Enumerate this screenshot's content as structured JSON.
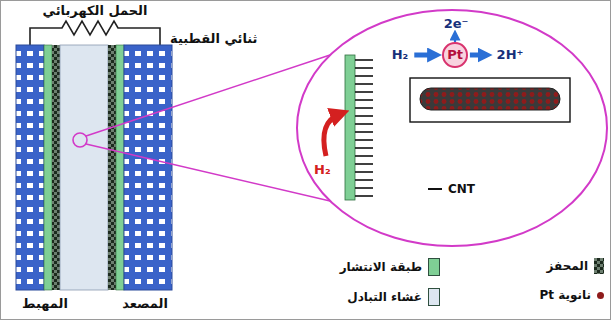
{
  "diagram": {
    "nodes": [
      {
        "text": [
          "H₂"
        ]
      },
      {
        "text": [
          "Pt"
        ]
      },
      {
        "text": [
          "2H⁺"
        ]
      }
    ],
    "edges": [
      {
        "from": 0,
        "to": 1,
        "arrow": "to"
      },
      {
        "from": 1,
        "to": 2,
        "arrow": "to"
      }
    ],
    "labels": [
      "الحمل الكهربائي",
      "ثنائي القطبية",
      "المهبط",
      "المصعد",
      "H₂",
      "2e⁻"
    ],
    "legend": [
      {
        "text": "طبقة الانتشار",
        "color": "#7fcf95"
      },
      {
        "text": "المحفز"
      },
      {
        "text": "غشاء التبادل",
        "color": "#dde6f0"
      },
      {
        "text": "Pt نانوية"
      },
      {
        "text": "CNT"
      }
    ]
  }
}
